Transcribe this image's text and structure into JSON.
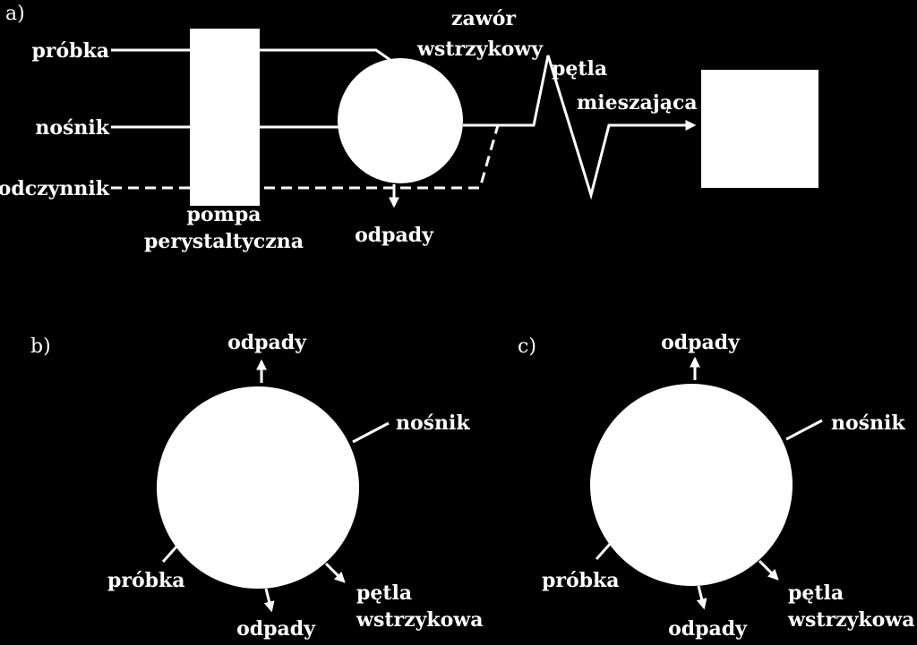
{
  "colors": {
    "background": "#000000",
    "foreground": "#ffffff"
  },
  "panel_a": {
    "tag": "a)",
    "inputs": {
      "sample": "próbka",
      "carrier": "nośnik",
      "reagent": "odczynnik"
    },
    "pump": {
      "line1": "pompa",
      "line2": "perystaltyczna"
    },
    "valve": {
      "line1": "zawór",
      "line2": "wstrzykowy"
    },
    "waste": "odpady",
    "mixing_loop": {
      "line1": "pętla",
      "line2": "mieszająca"
    }
  },
  "panel_b": {
    "tag": "b)",
    "waste_top": "odpady",
    "carrier": "nośnik",
    "sample": "próbka",
    "waste_bottom": "odpady",
    "injection_loop": {
      "line1": "pętla",
      "line2": "wstrzykowa"
    }
  },
  "panel_c": {
    "tag": "c)",
    "waste_top": "odpady",
    "carrier": "nośnik",
    "sample": "próbka",
    "waste_bottom": "odpady",
    "injection_loop": {
      "line1": "pętla",
      "line2": "wstrzykowa"
    }
  }
}
